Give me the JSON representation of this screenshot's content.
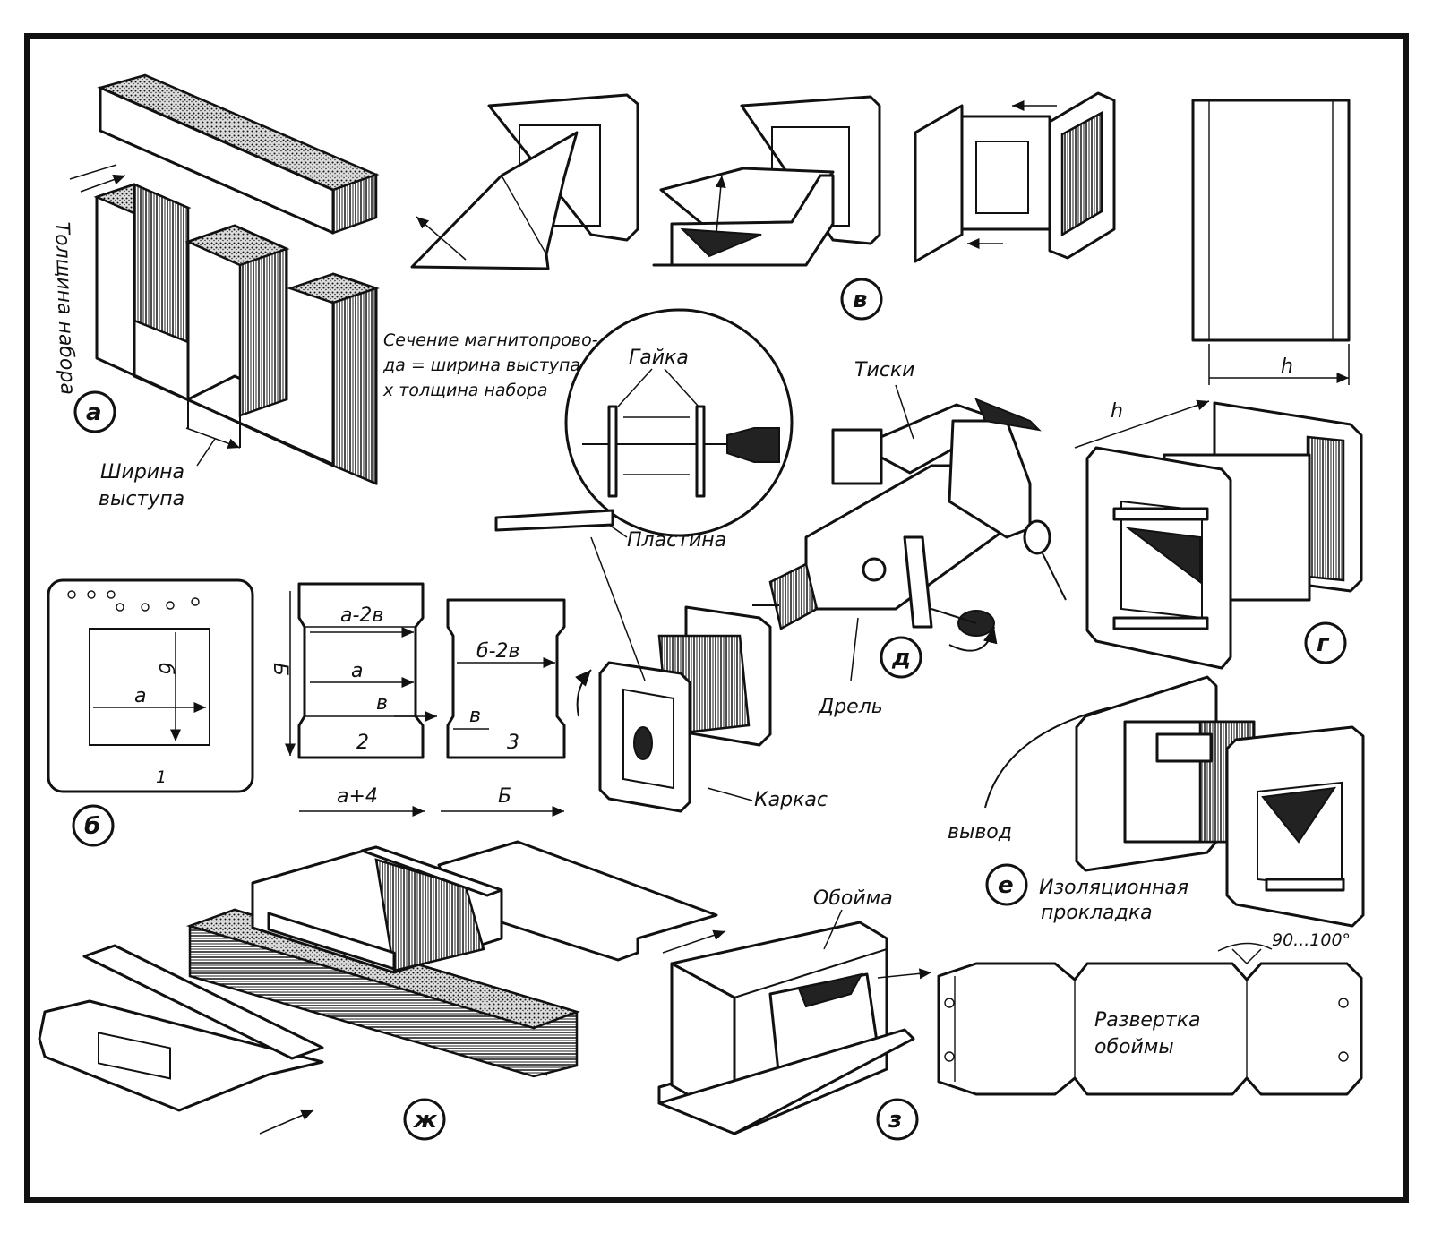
{
  "figure": {
    "labels": {
      "plate_set_thickness": "Толщина набора",
      "section_line1": "Сечение магнитопрово-",
      "section_line2": "да = ширина выступа",
      "section_line3": "х толщина набора",
      "tongue_width_line1": "Ширина",
      "tongue_width_line2": "выступа",
      "nut": "Гайка",
      "vise": "Тиски",
      "plate": "Пластина",
      "drill": "Дрель",
      "frame": "Каркас",
      "lead": "вывод",
      "insulating_line1": "Изоляционная",
      "insulating_line2": "прокладка",
      "clamp": "Обойма",
      "clamp_unfold_line1": "Развертка",
      "clamp_unfold_line2": "обоймы",
      "angle": "90...100°"
    },
    "dimensions": {
      "b_outer": "Б",
      "b_inner": "б",
      "a": "а",
      "a_minus_2v": "а-2в",
      "b_minus_2v": "б-2в",
      "v1": "в",
      "v2": "в",
      "a_plus_4": "а+4",
      "h_left": "h",
      "h_sheet": "h",
      "B_dim": "Б",
      "part1": "1",
      "part2": "2",
      "part3": "3"
    },
    "markers": {
      "a": "а",
      "b": "б",
      "v": "в",
      "g": "г",
      "d": "д",
      "e": "е",
      "zh": "ж",
      "z": "з"
    },
    "colors": {
      "ink": "#111111",
      "paper": "#ffffff"
    }
  }
}
